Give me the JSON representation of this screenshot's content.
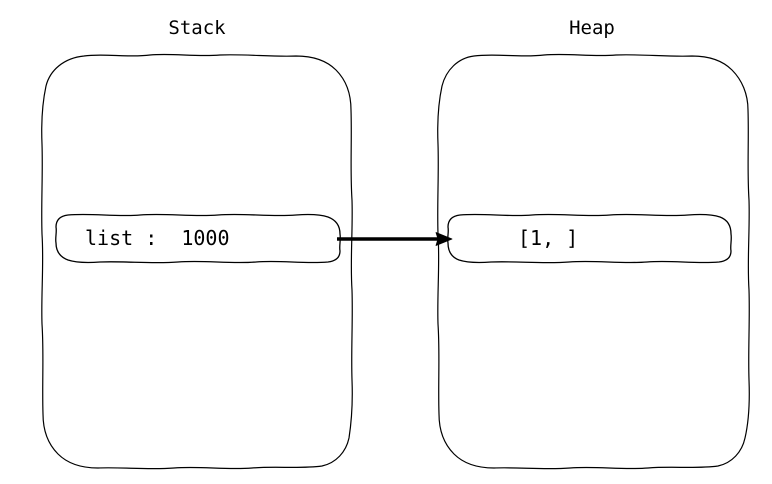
{
  "diagram": {
    "title_absent": "",
    "type": "memory-model-diagram",
    "background_color": "#ffffff",
    "stroke_color": "#000000",
    "regions": [
      {
        "name": "stack",
        "label": "Stack",
        "slots": [
          {
            "name": "list-variable",
            "text": "list :  1000",
            "variable": "list",
            "value": "1000"
          }
        ]
      },
      {
        "name": "heap",
        "label": "Heap",
        "slots": [
          {
            "name": "list-object",
            "text": "[1, ]",
            "value": "[1, ]"
          }
        ]
      }
    ],
    "connections": [
      {
        "name": "pointer-arrow",
        "from": "stack.list-variable",
        "to": "heap.list-object",
        "direction": "right",
        "style": "solid-arrow"
      }
    ]
  }
}
